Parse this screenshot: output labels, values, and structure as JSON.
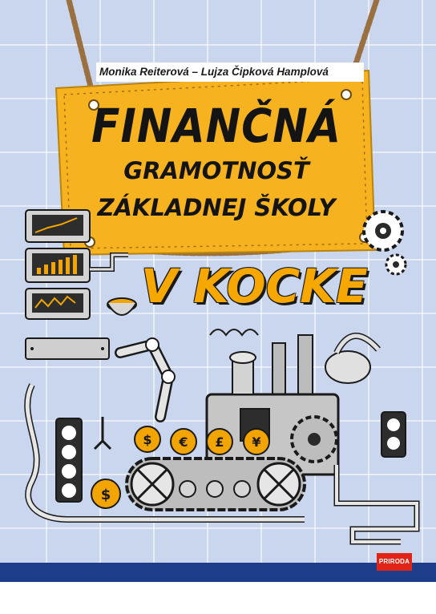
{
  "cover": {
    "authors": "Monika Reiterová – Lujza Čipková Hamplová",
    "title_line1": "FINANČNÁ",
    "title_line2": "GRAMOTNOSŤ",
    "title_line3": "ZÁKLADNEJ ŠKOLY",
    "subtitle": "V KOCKE",
    "publisher": "PRIRODA",
    "coin_symbols": [
      "$",
      "€",
      "£",
      "¥",
      "$"
    ]
  },
  "colors": {
    "background": "#c9d6ee",
    "sign_yellow": "#f6b21f",
    "subtitle_yellow": "#f6a800",
    "coin_gold": "#f2a400",
    "navy_band": "#1d3d8a",
    "publisher_red": "#e02418"
  }
}
